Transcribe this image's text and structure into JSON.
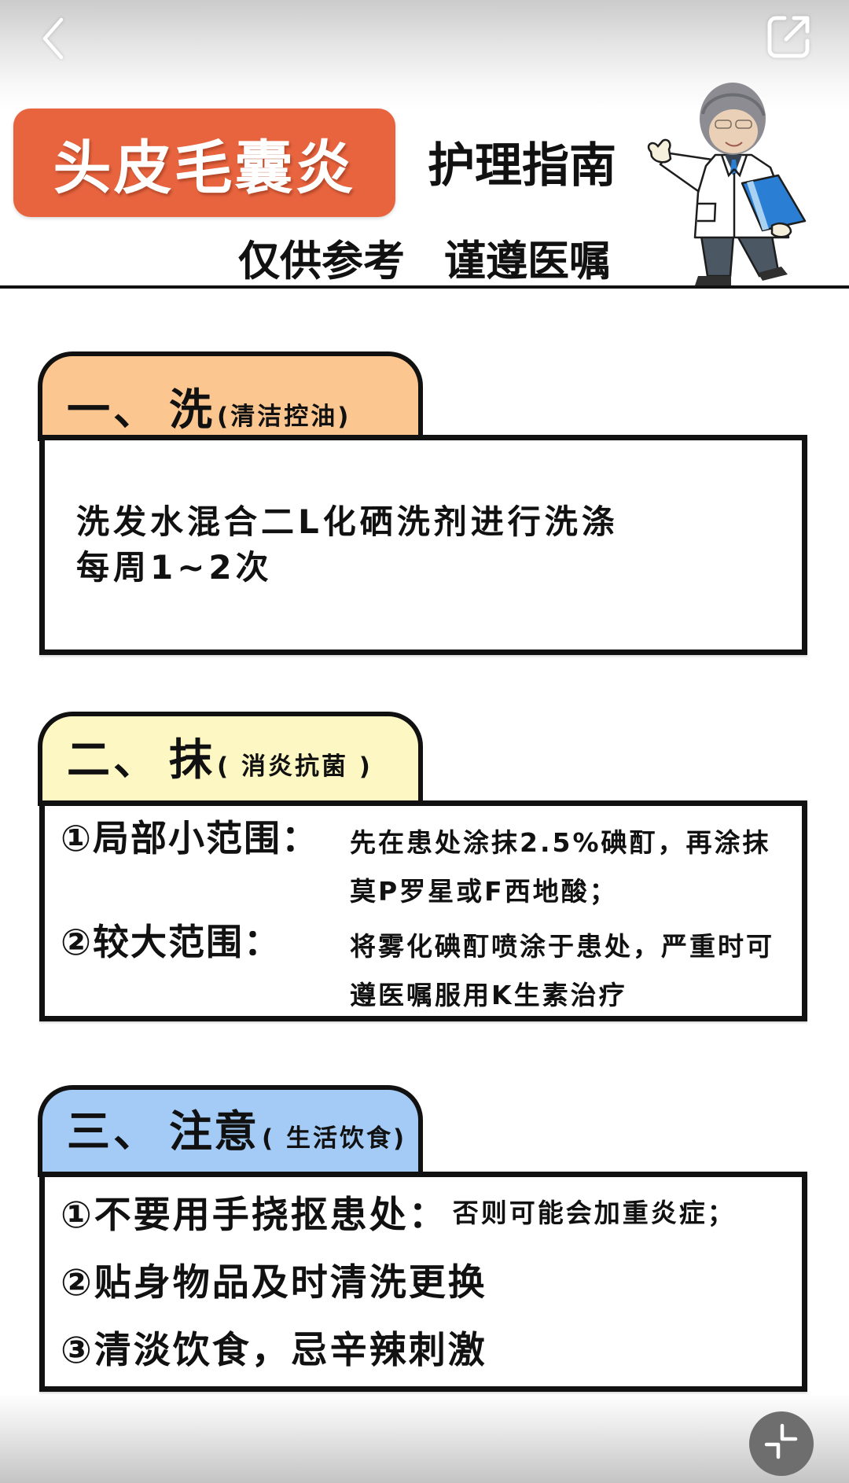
{
  "nav": {
    "back_icon": "chevron-left-icon",
    "share_icon": "share-external-icon"
  },
  "header": {
    "title_badge": "头皮毛囊炎",
    "title_suffix": "护理指南",
    "disclaimer_1": "仅供参考",
    "disclaimer_2": "谨遵医嘱",
    "badge_color": "#e8643f",
    "illustration": "doctor-holding-book-waving"
  },
  "sections": [
    {
      "number": "一、",
      "title": "洗",
      "subtitle": "(清洁控油)",
      "color": "#fbc690",
      "lines": [
        "洗发水混合二L化硒洗剂进行洗涤",
        "每周1~2次"
      ]
    },
    {
      "number": "二、",
      "title": "抹",
      "subtitle": "( 消炎抗菌 )",
      "color": "#fdf8c3",
      "items": [
        {
          "label": "①局部小范围：",
          "desc": [
            "先在患处涂抹2.5%碘酊，再涂抹",
            "莫P罗星或F西地酸；"
          ]
        },
        {
          "label": "②较大范围：",
          "desc": [
            "将雾化碘酊喷涂于患处，严重时可",
            "遵医嘱服用K生素治疗"
          ]
        }
      ]
    },
    {
      "number": "三、",
      "title": "注意",
      "subtitle": "( 生活饮食)",
      "color": "#a3cbf6",
      "items": [
        {
          "label": "①不要用手挠抠患处：",
          "note": "否则可能会加重炎症；"
        },
        {
          "label": "②贴身物品及时清洗更换"
        },
        {
          "label": "③清淡饮食，忌辛辣刺激"
        }
      ]
    }
  ],
  "floating_button": {
    "icon": "collapse-icon",
    "color": "#6e6e6e"
  }
}
